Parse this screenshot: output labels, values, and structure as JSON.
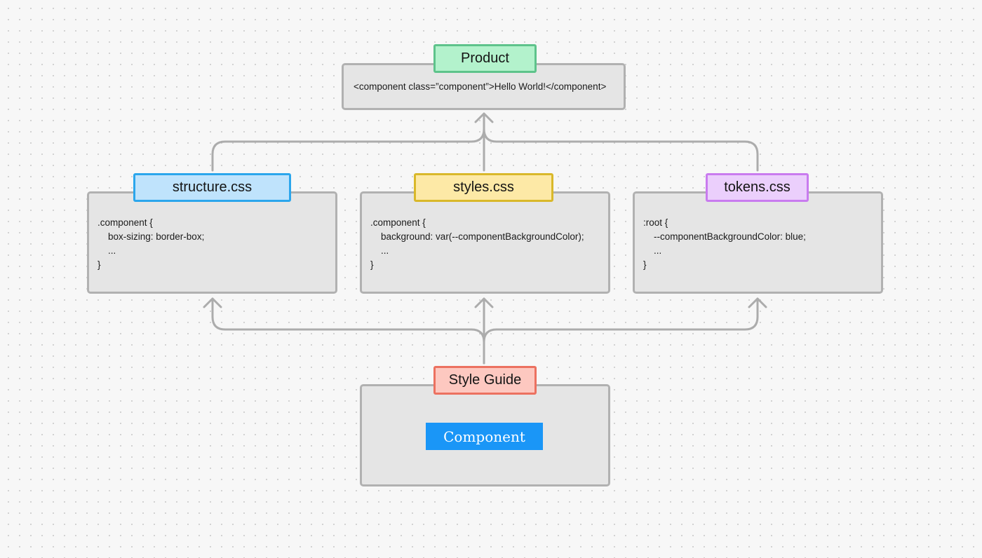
{
  "product": {
    "tag": "Product",
    "code": "<component class=”component”>Hello World!</component>"
  },
  "structure": {
    "tag": "structure.css",
    "code": ".component {\n    box-sizing: border-box;\n    ...\n}"
  },
  "styles": {
    "tag": "styles.css",
    "code": ".component {\n    background: var(--componentBackgroundColor);\n    ...\n}"
  },
  "tokens": {
    "tag": "tokens.css",
    "code": ":root {\n    --componentBackgroundColor: blue;\n    ...\n}"
  },
  "style_guide": {
    "tag": "Style Guide",
    "button_label": "Component"
  },
  "colors": {
    "product_tag_fill": "#b3f2cc",
    "product_tag_border": "#5ec38b",
    "structure_tag_fill": "#bfe3fc",
    "structure_tag_border": "#2ba6ec",
    "styles_tag_fill": "#fde9a6",
    "styles_tag_border": "#d9b82a",
    "tokens_tag_fill": "#ebcffc",
    "tokens_tag_border": "#c97bef",
    "style_guide_tag_fill": "#fdc8c0",
    "style_guide_tag_border": "#ec7160",
    "component_button": "#1a96f7",
    "connector": "#acacac"
  }
}
